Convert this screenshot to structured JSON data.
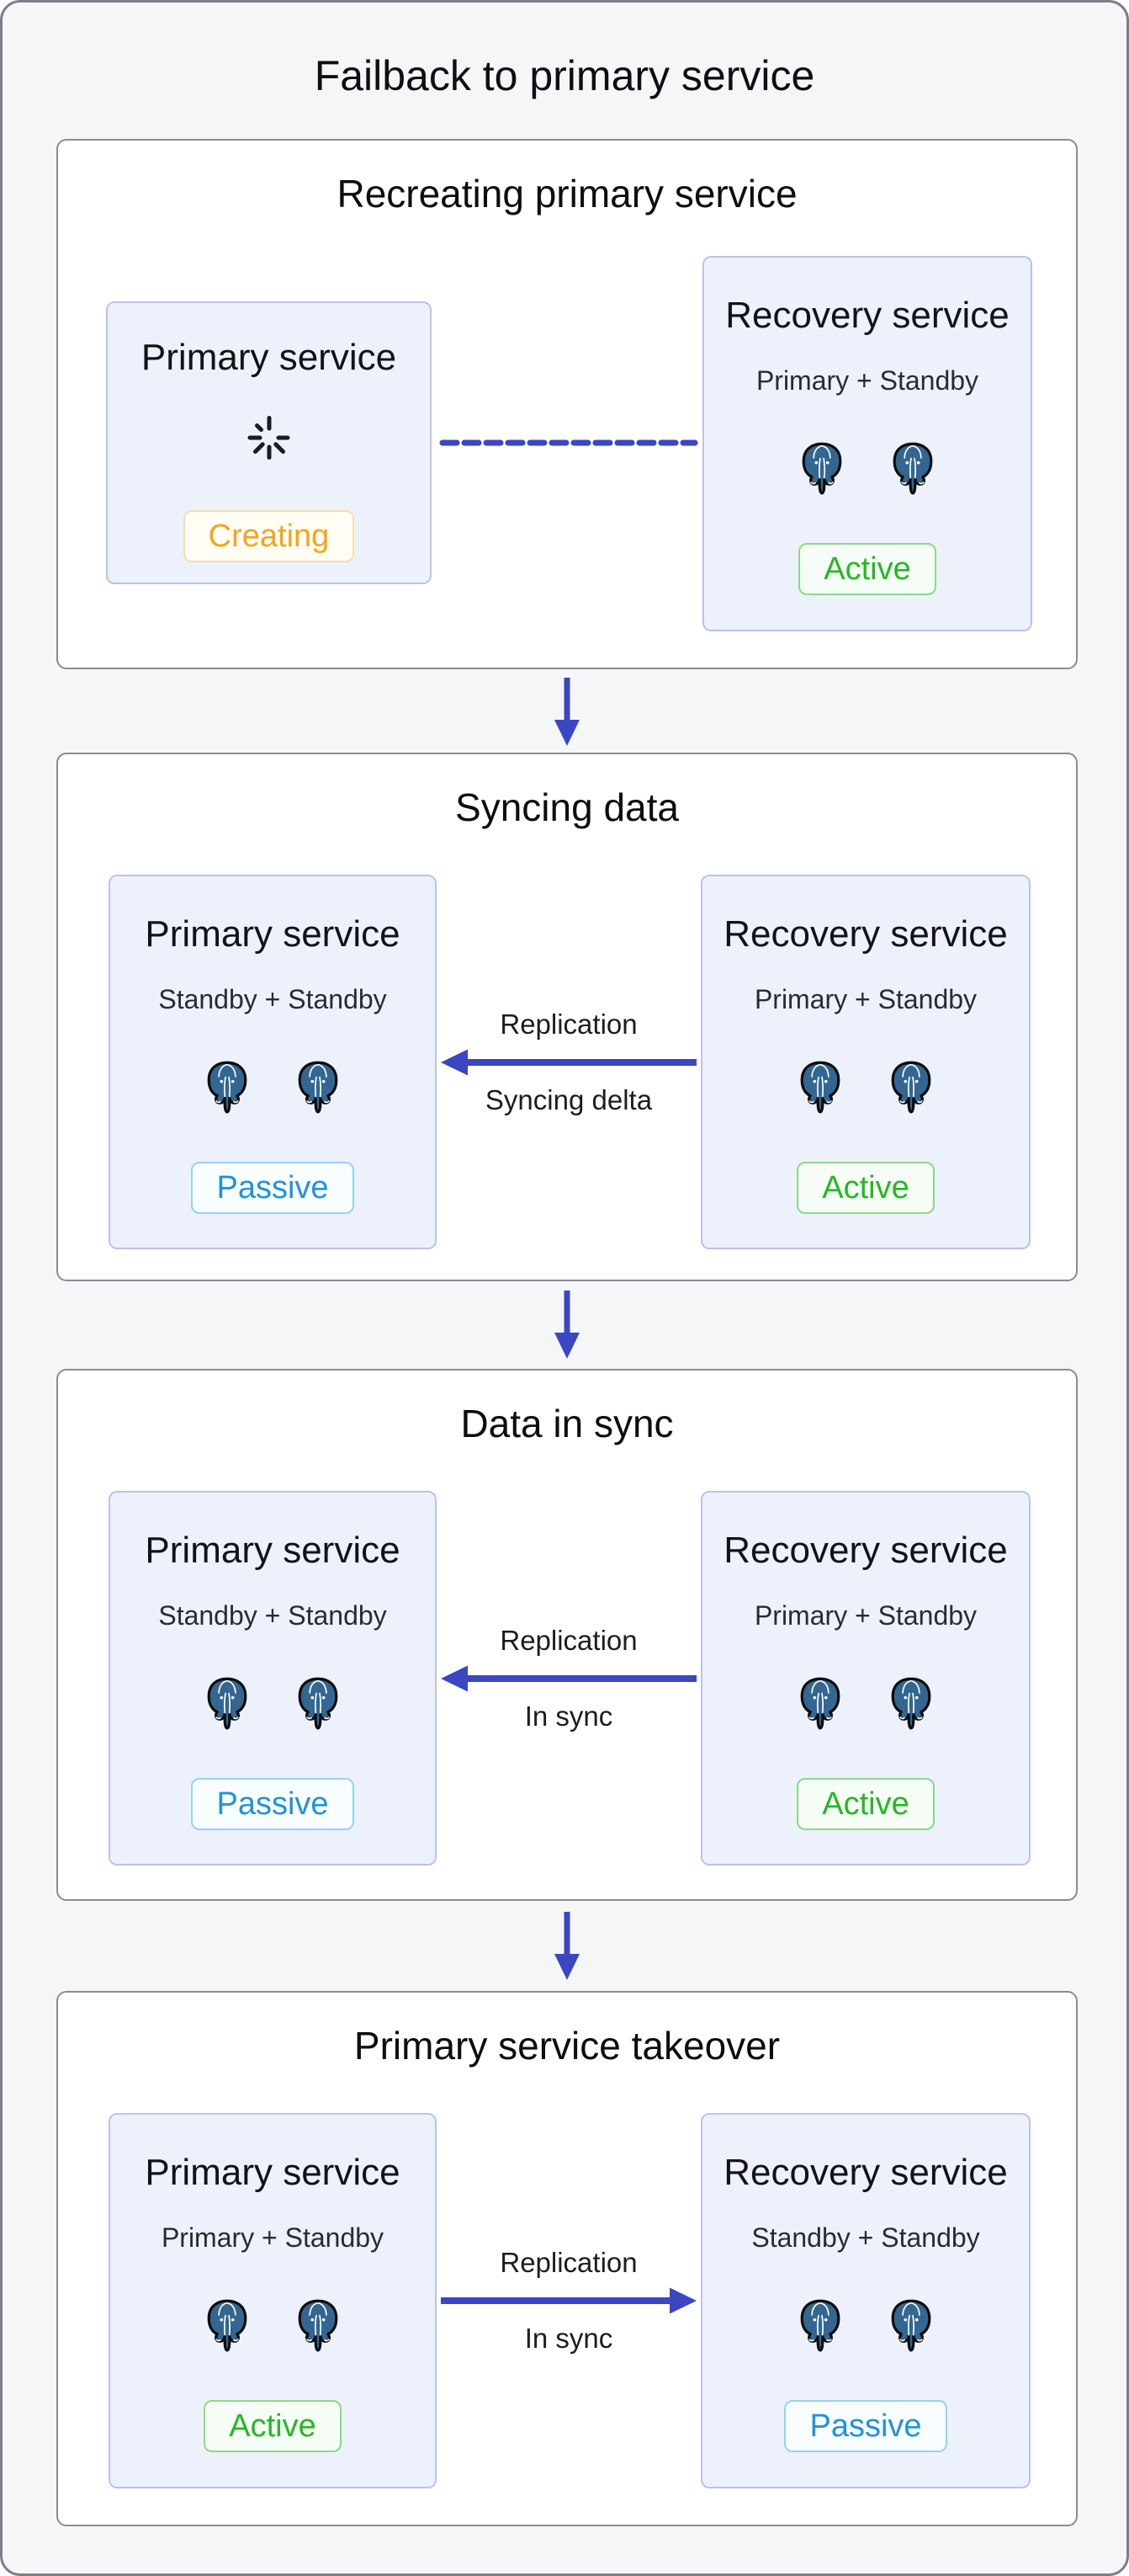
{
  "title": "Failback to primary service",
  "colors": {
    "accent_indigo": "#3b46c2",
    "postgres_blue": "#336791",
    "creating_orange": "#f6a41d",
    "active_green": "#25b825",
    "passive_blue": "#2193d8"
  },
  "sections": [
    {
      "heading": "Recreating primary service",
      "left_card": {
        "title": "Primary service",
        "status_icon": "loading-spinner-icon",
        "badge": {
          "label": "Creating",
          "state": "creating"
        }
      },
      "right_card": {
        "title": "Recovery service",
        "subtitle": "Primary + Standby",
        "database_icon": "postgresql-elephant-icon",
        "database_count": 2,
        "badge": {
          "label": "Active",
          "state": "active"
        }
      },
      "connector": {
        "type": "dashed-line",
        "label_top": "",
        "label_bottom": ""
      }
    },
    {
      "heading": "Syncing data",
      "left_card": {
        "title": "Primary service",
        "subtitle": "Standby + Standby",
        "database_icon": "postgresql-elephant-icon",
        "database_count": 2,
        "badge": {
          "label": "Passive",
          "state": "passive"
        }
      },
      "right_card": {
        "title": "Recovery service",
        "subtitle": "Primary + Standby",
        "database_icon": "postgresql-elephant-icon",
        "database_count": 2,
        "badge": {
          "label": "Active",
          "state": "active"
        }
      },
      "connector": {
        "type": "solid-arrow-left",
        "label_top": "Replication",
        "label_bottom": "Syncing delta"
      }
    },
    {
      "heading": "Data in sync",
      "left_card": {
        "title": "Primary service",
        "subtitle": "Standby + Standby",
        "database_icon": "postgresql-elephant-icon",
        "database_count": 2,
        "badge": {
          "label": "Passive",
          "state": "passive"
        }
      },
      "right_card": {
        "title": "Recovery service",
        "subtitle": "Primary + Standby",
        "database_icon": "postgresql-elephant-icon",
        "database_count": 2,
        "badge": {
          "label": "Active",
          "state": "active"
        }
      },
      "connector": {
        "type": "solid-arrow-left",
        "label_top": "Replication",
        "label_bottom": "In sync"
      }
    },
    {
      "heading": "Primary service takeover",
      "left_card": {
        "title": "Primary service",
        "subtitle": "Primary + Standby",
        "database_icon": "postgresql-elephant-icon",
        "database_count": 2,
        "badge": {
          "label": "Active",
          "state": "active"
        }
      },
      "right_card": {
        "title": "Recovery service",
        "subtitle": "Standby + Standby",
        "database_icon": "postgresql-elephant-icon",
        "database_count": 2,
        "badge": {
          "label": "Passive",
          "state": "passive"
        }
      },
      "connector": {
        "type": "solid-arrow-right",
        "label_top": "Replication",
        "label_bottom": "In sync"
      }
    }
  ]
}
